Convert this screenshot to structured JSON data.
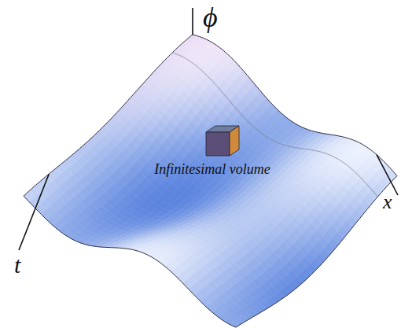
{
  "diagram": {
    "labels": [
      "ϕ",
      "t",
      "x",
      "Infinitesimal volume"
    ]
  }
}
